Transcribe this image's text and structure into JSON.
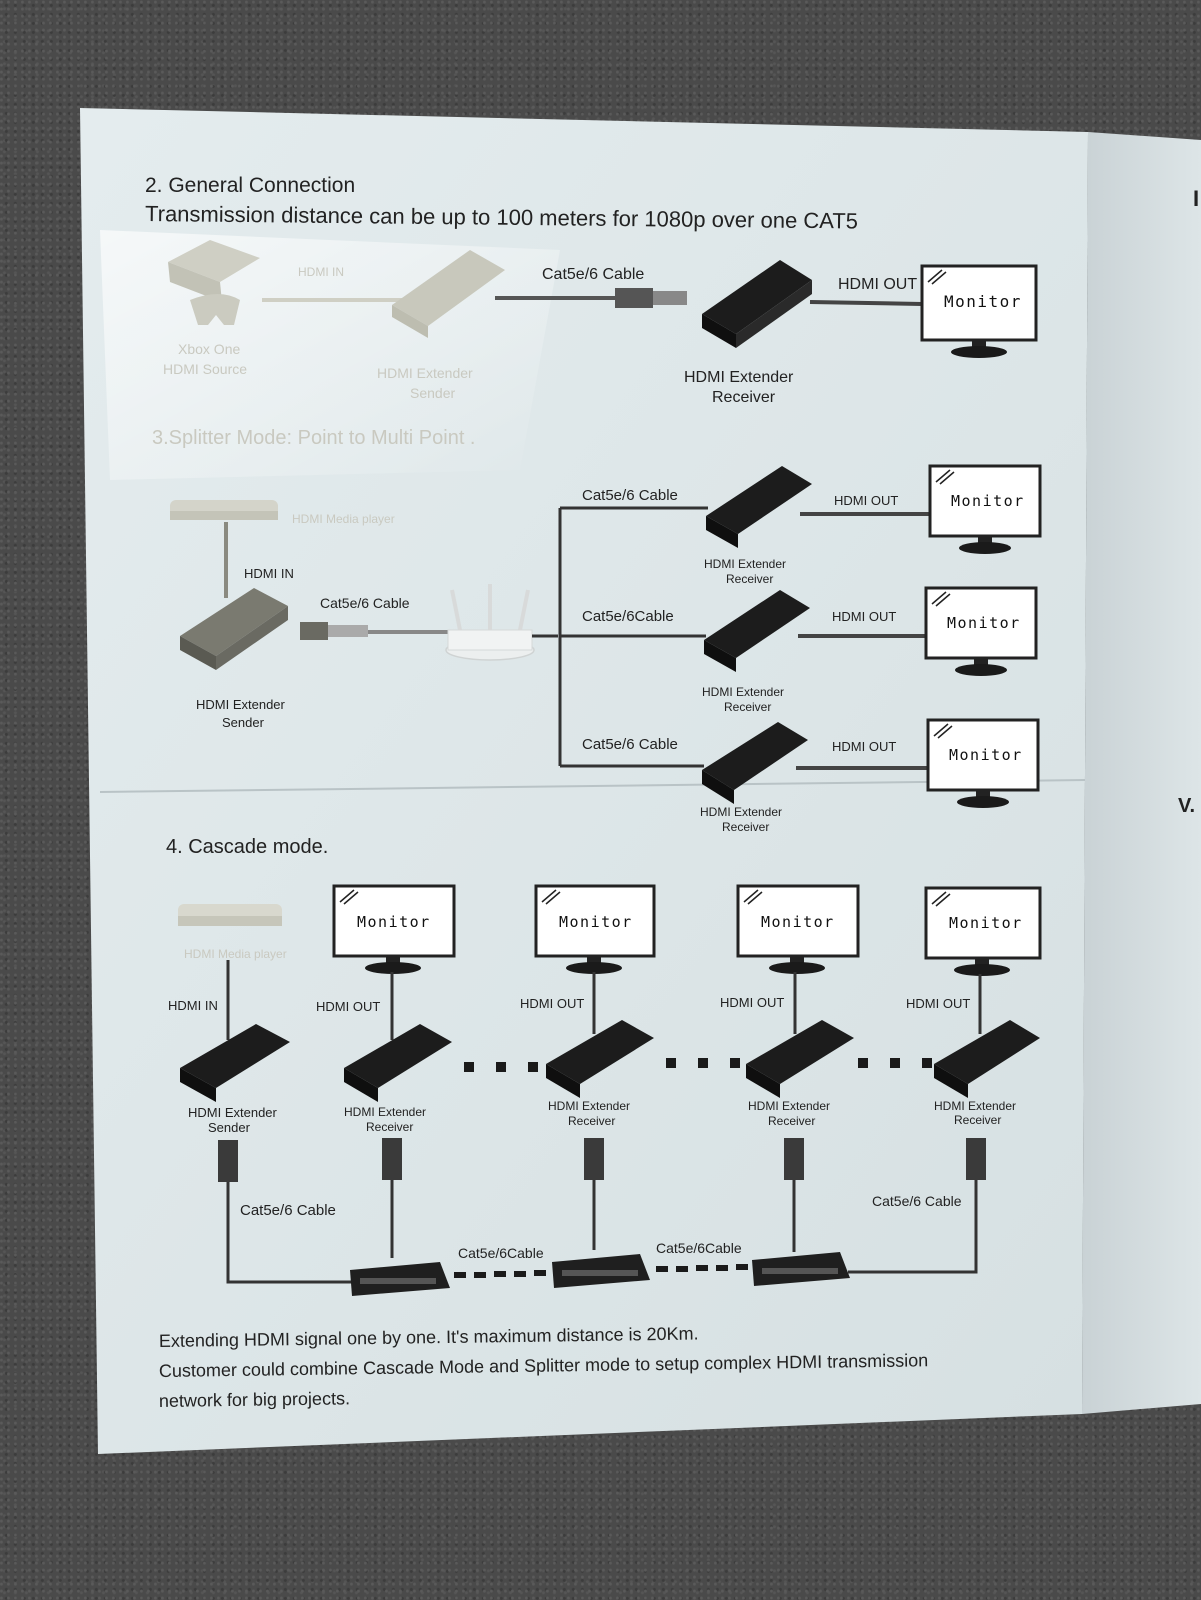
{
  "general": {
    "title": "2. General Connection",
    "subtitle": "Transmission distance can be up to 100 meters for 1080p over one CAT5",
    "cable_label": "Cat5e/6 Cable",
    "hdmi_label": "HDMI IN",
    "hdmi_out": "HDMI OUT",
    "source_line1": "Xbox One",
    "source_line2": "HDMI Source",
    "sender_line1": "HDMI Extender",
    "sender_line2": "Sender",
    "receiver_line1": "HDMI Extender",
    "receiver_line2": "Receiver",
    "monitor": "Monitor"
  },
  "splitter": {
    "title": "3.Splitter Mode: Point to Multi Point .",
    "media_player": "HDMI Media player",
    "hdmi_in": "HDMI IN",
    "sender_cable": "Cat5e/6 Cable",
    "sender_line1": "HDMI Extender",
    "sender_line2": "Sender",
    "branches": [
      {
        "cable": "Cat5e/6 Cable",
        "hdmi_out": "HDMI OUT",
        "rx1": "HDMI Extender",
        "rx2": "Receiver",
        "monitor": "Monitor"
      },
      {
        "cable": "Cat5e/6Cable",
        "hdmi_out": "HDMI OUT",
        "rx1": "HDMI Extender",
        "rx2": "Receiver",
        "monitor": "Monitor"
      },
      {
        "cable": "Cat5e/6 Cable",
        "hdmi_out": "HDMI OUT",
        "rx1": "HDMI Extender",
        "rx2": "Receiver",
        "monitor": "Monitor"
      }
    ]
  },
  "cascade": {
    "title": "4.  Cascade mode.",
    "media_player": "HDMI Media player",
    "hdmi_in": "HDMI IN",
    "sender_line1": "HDMI Extender",
    "sender_line2": "Sender",
    "sender_cable": "Cat5e/6 Cable",
    "units": [
      {
        "monitor": "Monitor",
        "hdmi_out": "HDMI OUT",
        "rx1": "HDMI Extender",
        "rx2": "Receiver"
      },
      {
        "monitor": "Monitor",
        "hdmi_out": "HDMI OUT",
        "rx1": "HDMI Extender",
        "rx2": "Receiver"
      },
      {
        "monitor": "Monitor",
        "hdmi_out": "HDMI OUT",
        "rx1": "HDMI Extender",
        "rx2": "Receiver"
      },
      {
        "monitor": "Monitor",
        "hdmi_out": "HDMI OUT",
        "rx1": "HDMI Extender",
        "rx2": "Receiver"
      }
    ],
    "switch_cable_1": "Cat5e/6Cable",
    "switch_cable_2": "Cat5e/6Cable",
    "last_cable": "Cat5e/6 Cable"
  },
  "footer": {
    "line1": "Extending HDMI signal one by one. It's maximum distance is 20Km.",
    "line2": "Customer could combine Cascade Mode and Splitter mode to setup complex HDMI transmission",
    "line3": "network for big projects."
  },
  "right_page": {
    "mark_top": "I",
    "mark_mid": "V."
  }
}
